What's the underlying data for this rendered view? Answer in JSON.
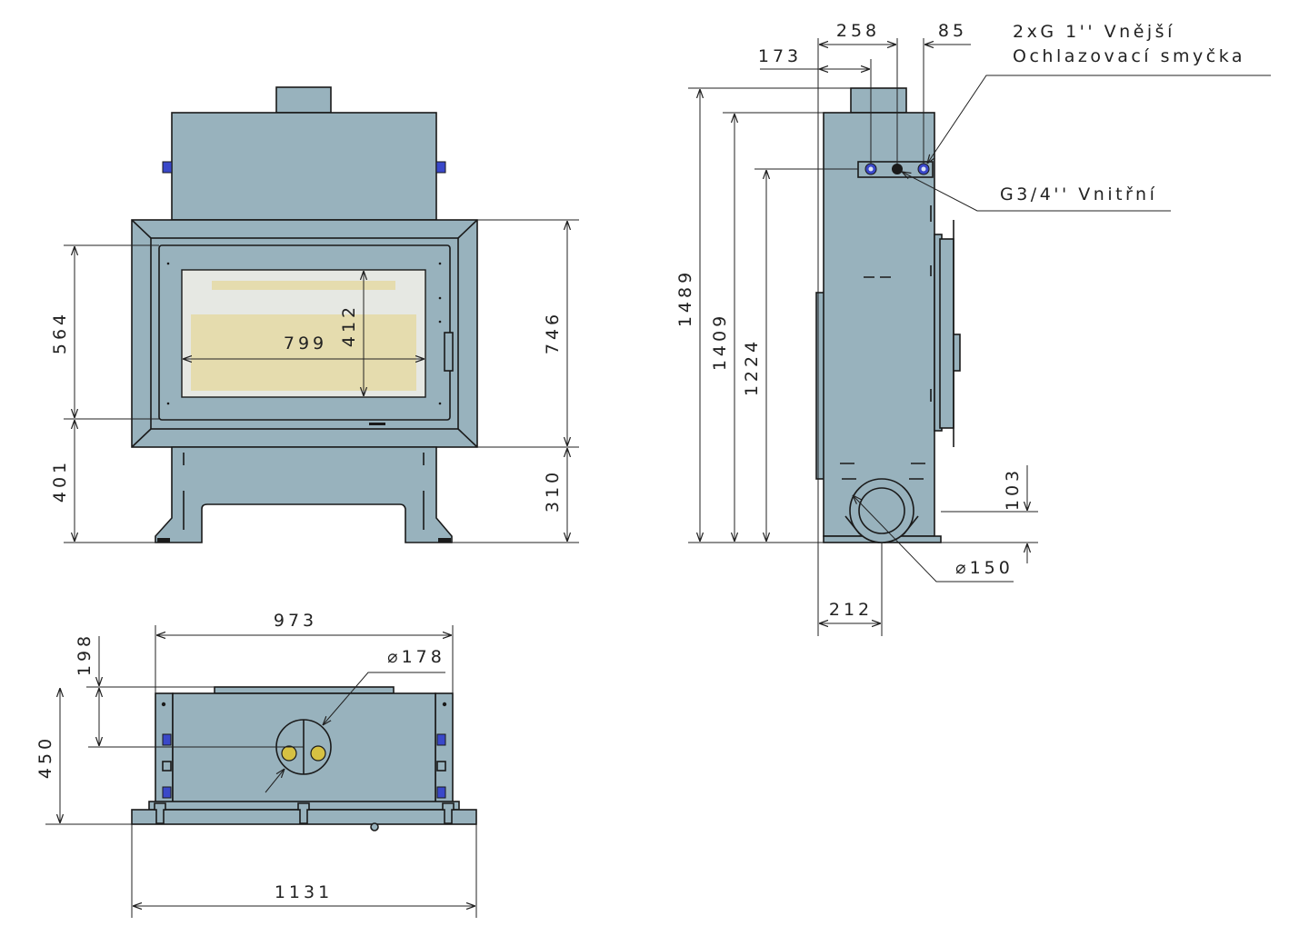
{
  "dimensions": {
    "front": {
      "d564": "564",
      "d401": "401",
      "d746": "746",
      "d310": "310",
      "d799": "799",
      "d412": "412"
    },
    "side": {
      "d258": "258",
      "d85": "85",
      "d173": "173",
      "d1489": "1489",
      "d1409": "1409",
      "d1224": "1224",
      "d103": "103",
      "d150": "⌀150",
      "d212": "212"
    },
    "top": {
      "d973": "973",
      "d178": "⌀178",
      "d198": "198",
      "d450": "450",
      "d1131": "1131"
    }
  },
  "labels": {
    "outer_conn": "2xG 1'' Vnější",
    "cooling_loop": "Ochlazovací smyčka",
    "inner_conn": "G3/4'' Vnitřní"
  },
  "colors": {
    "body": "#98b2bd",
    "glass": "#e6e8e3",
    "fire": "#e5dcae",
    "connector_blue": "#3a48c9",
    "connector_yellow": "#d6c142"
  }
}
